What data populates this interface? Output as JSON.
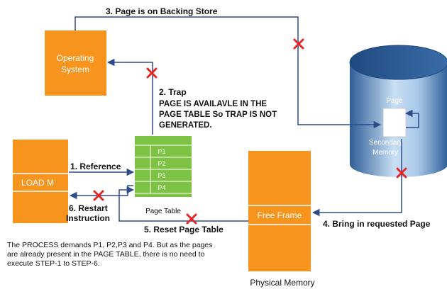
{
  "steps": {
    "step1": "1. Reference",
    "step2_title": "2. Trap",
    "step2_line1": "PAGE IS AVAILAVLE  IN THE",
    "step2_line2": "PAGE TABLE So TRAP IS NOT",
    "step2_line3": "GENERATED.",
    "step3": "3. Page is on Backing Store",
    "step4": "4. Bring in requested Page",
    "step5": "5. Reset Page Table",
    "step6_line1": "6. Restart",
    "step6_line2": "Instruction"
  },
  "boxes": {
    "os_line1": "Operating",
    "os_line2": "System",
    "process_label": "LOAD M",
    "page_table_entries": [
      "P1",
      "P2",
      "P3",
      "P4"
    ],
    "page_table_caption": "Page Table",
    "free_frame": "Free Frame",
    "physical_memory_caption": "Physical Memory",
    "page_label": "Page",
    "secondary_line1": "Secondary",
    "secondary_line2": "Memory"
  },
  "note": "The PROCESS demands P1, P2,P3 and P4. But as the pages are already present in the PAGE TABLE, there is no need to execute STEP-1 to STEP-6.",
  "colors": {
    "orange": "#F7941D",
    "green": "#7DC242",
    "arrow_blue": "#2E4C8C",
    "cross_red": "#E32626",
    "cylinder_light": "#B8D4EE",
    "cylinder_dark": "#2E5E97"
  }
}
